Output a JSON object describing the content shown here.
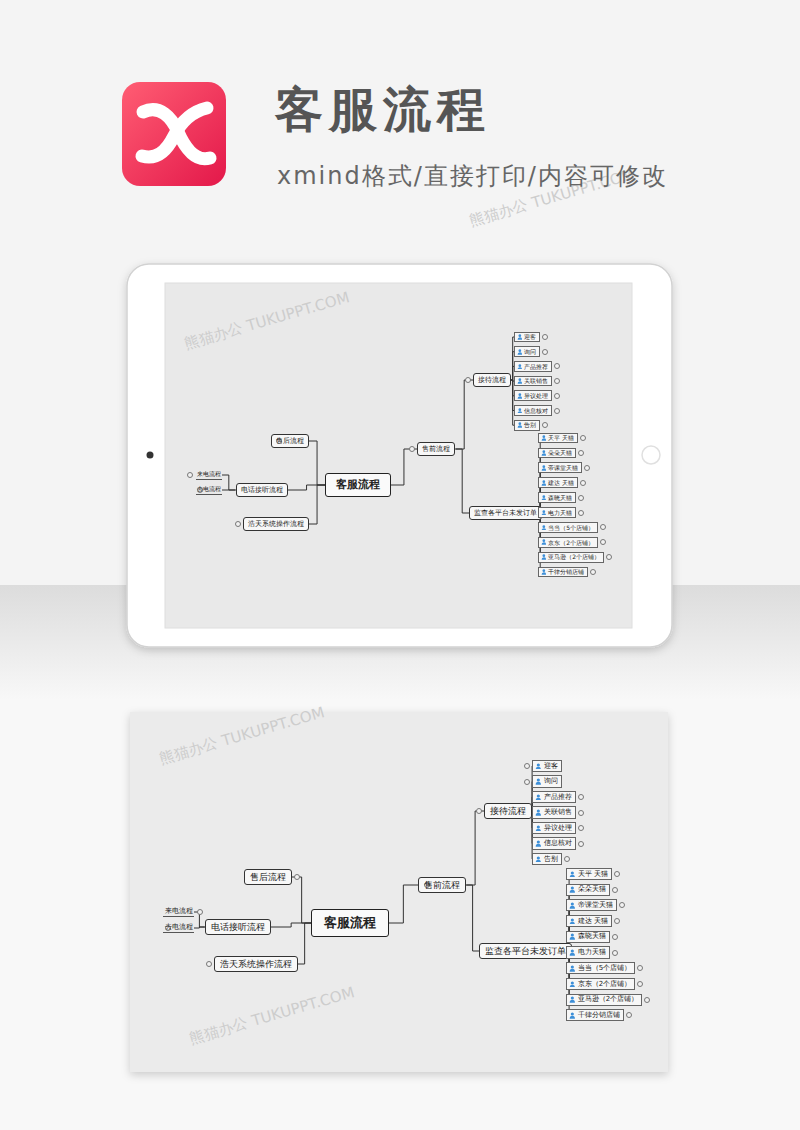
{
  "diagram": {
    "title": "客服流程",
    "caption": "xmind格式/直接打印/内容可修改",
    "nodes": [
      {
        "text": [
          "客服流程"
        ]
      },
      {
        "text": [
          "售后流程"
        ]
      },
      {
        "text": [
          "电话接听流程"
        ]
      },
      {
        "text": [
          "来电流程"
        ]
      },
      {
        "text": [
          "去电流程"
        ]
      },
      {
        "text": [
          "浩天系统操作流程"
        ]
      },
      {
        "text": [
          "售前流程"
        ]
      },
      {
        "text": [
          "接待流程"
        ]
      },
      {
        "text": [
          "迎客"
        ]
      },
      {
        "text": [
          "询问"
        ]
      },
      {
        "text": [
          "产品推荐"
        ]
      },
      {
        "text": [
          "关联销售"
        ]
      },
      {
        "text": [
          "异议处理"
        ]
      },
      {
        "text": [
          "信息核对"
        ]
      },
      {
        "text": [
          "告别"
        ]
      },
      {
        "text": [
          "监查各平台未发订单"
        ]
      },
      {
        "text": [
          "天平 天猫"
        ]
      },
      {
        "text": [
          "朵朵天猫"
        ]
      },
      {
        "text": [
          "帝课堂天猫"
        ]
      },
      {
        "text": [
          "建达 天猫"
        ]
      },
      {
        "text": [
          "森晓天猫"
        ]
      },
      {
        "text": [
          "电力天猫"
        ]
      },
      {
        "text": [
          "当当（5个店铺）"
        ]
      },
      {
        "text": [
          "京东（2个店铺）"
        ]
      },
      {
        "text": [
          "亚马逊（2个店铺）"
        ]
      },
      {
        "text": [
          "千律分销店铺"
        ]
      },
      {
        "text": [
          "客服流程"
        ]
      },
      {
        "text": [
          "售后流程"
        ]
      },
      {
        "text": [
          "电话接听流程"
        ]
      },
      {
        "text": [
          "来电流程"
        ]
      },
      {
        "text": [
          "去电流程"
        ]
      },
      {
        "text": [
          "浩天系统操作流程"
        ]
      },
      {
        "text": [
          "售前流程"
        ]
      },
      {
        "text": [
          "接待流程"
        ]
      },
      {
        "text": [
          "迎客"
        ]
      },
      {
        "text": [
          "询问"
        ]
      },
      {
        "text": [
          "产品推荐"
        ]
      },
      {
        "text": [
          "关联销售"
        ]
      },
      {
        "text": [
          "异议处理"
        ]
      },
      {
        "text": [
          "信息核对"
        ]
      },
      {
        "text": [
          "告别"
        ]
      },
      {
        "text": [
          "监查各平台未发订单"
        ]
      },
      {
        "text": [
          "天平 天猫"
        ]
      },
      {
        "text": [
          "朵朵天猫"
        ]
      },
      {
        "text": [
          "帝课堂天猫"
        ]
      },
      {
        "text": [
          "建达 天猫"
        ]
      },
      {
        "text": [
          "森晓天猫"
        ]
      },
      {
        "text": [
          "电力天猫"
        ]
      },
      {
        "text": [
          "当当（5个店铺）"
        ]
      },
      {
        "text": [
          "京东（2个店铺）"
        ]
      },
      {
        "text": [
          "亚马逊（2个店铺）"
        ]
      },
      {
        "text": [
          "千律分销店铺"
        ]
      }
    ],
    "edges": [
      {
        "from": 0,
        "to": 1,
        "arrow": "none"
      },
      {
        "from": 0,
        "to": 2,
        "arrow": "none"
      },
      {
        "from": 2,
        "to": 3,
        "arrow": "none"
      },
      {
        "from": 2,
        "to": 4,
        "arrow": "none"
      },
      {
        "from": 0,
        "to": 5,
        "arrow": "none"
      },
      {
        "from": 0,
        "to": 6,
        "arrow": "none"
      },
      {
        "from": 6,
        "to": 7,
        "arrow": "none"
      },
      {
        "from": 7,
        "to": 8,
        "arrow": "none"
      },
      {
        "from": 7,
        "to": 9,
        "arrow": "none"
      },
      {
        "from": 7,
        "to": 10,
        "arrow": "none"
      },
      {
        "from": 7,
        "to": 11,
        "arrow": "none"
      },
      {
        "from": 7,
        "to": 12,
        "arrow": "none"
      },
      {
        "from": 7,
        "to": 13,
        "arrow": "none"
      },
      {
        "from": 7,
        "to": 14,
        "arrow": "none"
      },
      {
        "from": 6,
        "to": 15,
        "arrow": "none"
      },
      {
        "from": 15,
        "to": 16,
        "arrow": "none"
      },
      {
        "from": 15,
        "to": 17,
        "arrow": "none"
      },
      {
        "from": 15,
        "to": 18,
        "arrow": "none"
      },
      {
        "from": 15,
        "to": 19,
        "arrow": "none"
      },
      {
        "from": 15,
        "to": 20,
        "arrow": "none"
      },
      {
        "from": 15,
        "to": 21,
        "arrow": "none"
      },
      {
        "from": 15,
        "to": 22,
        "arrow": "none"
      },
      {
        "from": 15,
        "to": 23,
        "arrow": "none"
      },
      {
        "from": 15,
        "to": 24,
        "arrow": "none"
      },
      {
        "from": 15,
        "to": 25,
        "arrow": "none"
      },
      {
        "from": 26,
        "to": 27,
        "arrow": "none"
      },
      {
        "from": 26,
        "to": 28,
        "arrow": "none"
      },
      {
        "from": 28,
        "to": 29,
        "arrow": "none"
      },
      {
        "from": 28,
        "to": 30,
        "arrow": "none"
      },
      {
        "from": 26,
        "to": 31,
        "arrow": "none"
      },
      {
        "from": 26,
        "to": 32,
        "arrow": "none"
      },
      {
        "from": 32,
        "to": 33,
        "arrow": "none"
      },
      {
        "from": 33,
        "to": 34,
        "arrow": "none"
      },
      {
        "from": 33,
        "to": 35,
        "arrow": "none"
      },
      {
        "from": 33,
        "to": 36,
        "arrow": "none"
      },
      {
        "from": 33,
        "to": 37,
        "arrow": "none"
      },
      {
        "from": 33,
        "to": 38,
        "arrow": "none"
      },
      {
        "from": 33,
        "to": 39,
        "arrow": "none"
      },
      {
        "from": 33,
        "to": 40,
        "arrow": "none"
      },
      {
        "from": 32,
        "to": 41,
        "arrow": "none"
      },
      {
        "from": 41,
        "to": 42,
        "arrow": "none"
      },
      {
        "from": 41,
        "to": 43,
        "arrow": "none"
      },
      {
        "from": 41,
        "to": 44,
        "arrow": "none"
      },
      {
        "from": 41,
        "to": 45,
        "arrow": "none"
      },
      {
        "from": 41,
        "to": 46,
        "arrow": "none"
      },
      {
        "from": 41,
        "to": 47,
        "arrow": "none"
      },
      {
        "from": 41,
        "to": 48,
        "arrow": "none"
      },
      {
        "from": 41,
        "to": 49,
        "arrow": "none"
      },
      {
        "from": 41,
        "to": 50,
        "arrow": "none"
      },
      {
        "from": 41,
        "to": 51,
        "arrow": "none"
      }
    ],
    "labels": [
      "熊猫办公 TUKUPPT.COM",
      "熊猫办公 TUKUPPT.COM",
      "熊猫办公 TUKUPPT.COM",
      "熊猫办公 TUKUPPT.COM"
    ]
  }
}
